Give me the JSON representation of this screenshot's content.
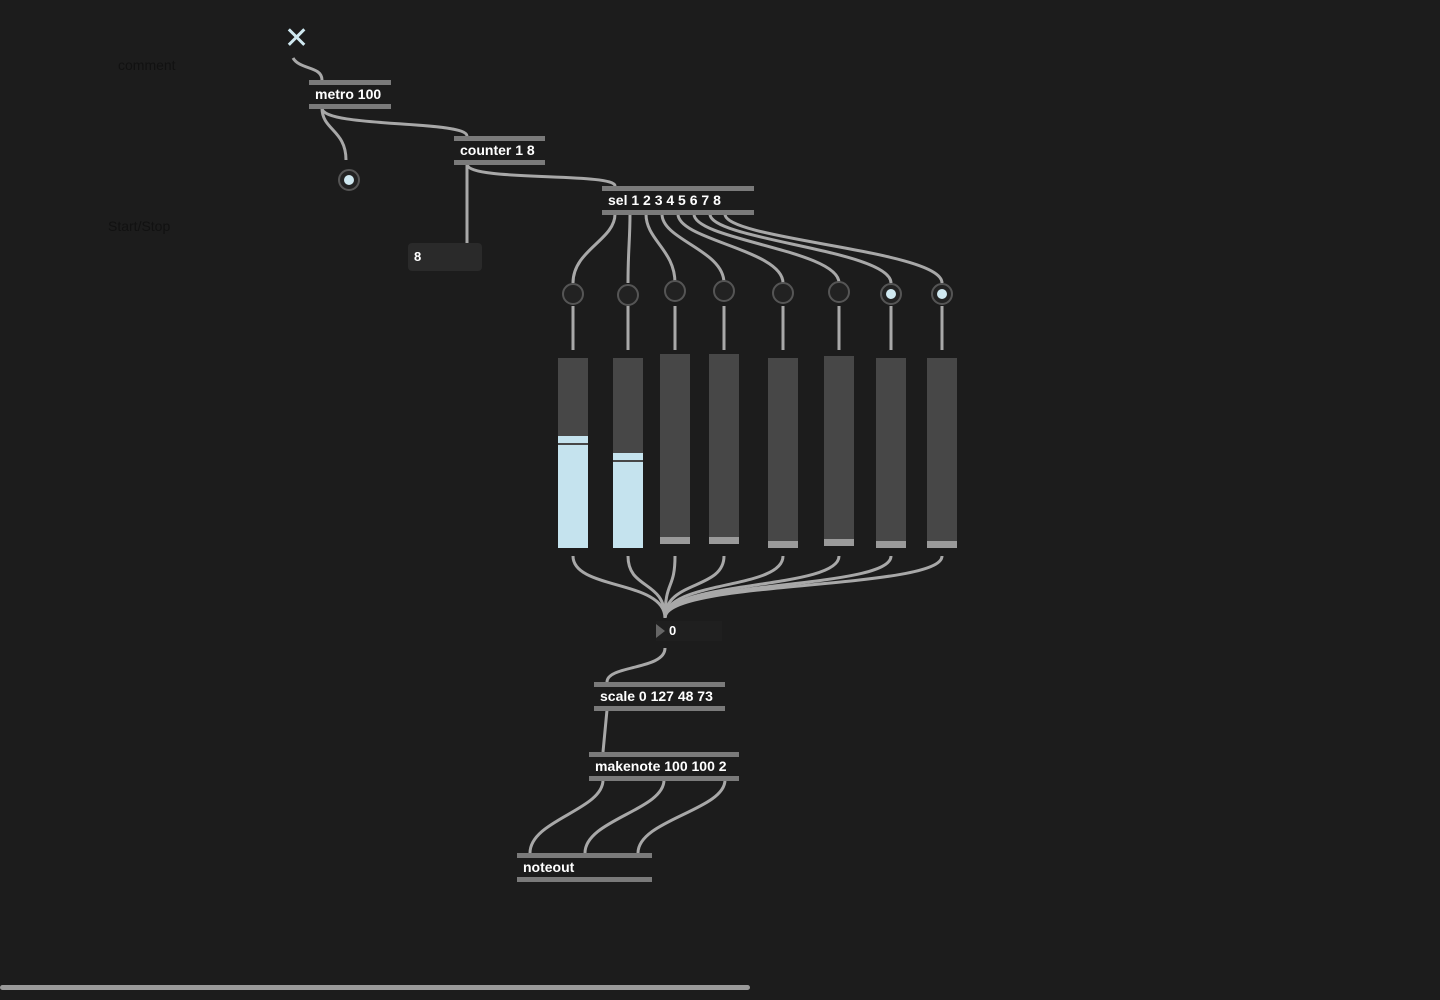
{
  "comments": {
    "comment": "comment",
    "start_stop": "Start/Stop"
  },
  "objects": {
    "metro": "metro 100",
    "counter": "counter 1 8",
    "sel": "sel 1 2 3 4 5 6 7 8",
    "scale": "scale 0 127 48 73",
    "makenote": "makenote 100 100 2",
    "noteout": "noteout"
  },
  "counter_number": "8",
  "output_number": "0",
  "toggle_on": true,
  "bangs_active": [
    false,
    false,
    false,
    false,
    false,
    false,
    true,
    true
  ],
  "slider_values": [
    72,
    60,
    0,
    0,
    0,
    0,
    0,
    0
  ],
  "slider_max": 127,
  "colors": {
    "background": "#1c1c1c",
    "accent": "#c5e3ee",
    "cable": "#a8a8a8"
  }
}
